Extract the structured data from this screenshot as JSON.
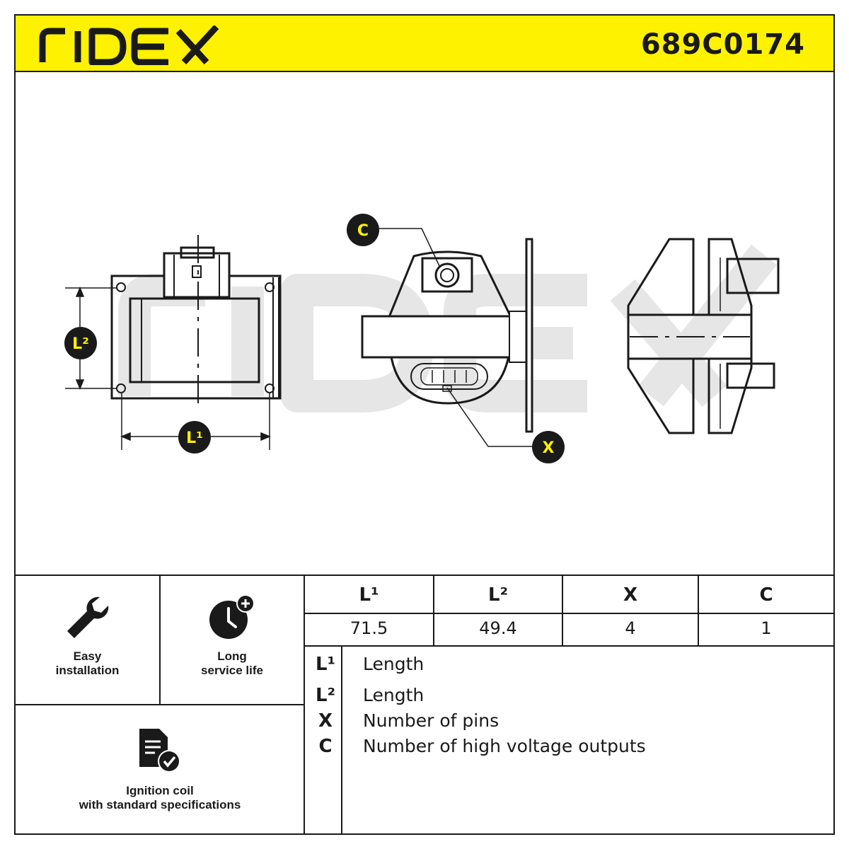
{
  "brand": {
    "logo_text": "RIDEX",
    "part_number": "689C0174"
  },
  "drawing": {
    "callouts": {
      "length1": "L¹",
      "length2": "L²",
      "pins": "X",
      "outputs": "C"
    },
    "watermark_text": "RIDEX"
  },
  "features": [
    {
      "icon": "wrench-icon",
      "label_line1": "Easy",
      "label_line2": "installation"
    },
    {
      "icon": "clock-plus-icon",
      "label_line1": "Long",
      "label_line2": "service life"
    },
    {
      "icon": "document-check-icon",
      "label_line1": "Ignition coil",
      "label_line2": "with standard specifications"
    }
  ],
  "spec_table": {
    "headers": [
      "L¹",
      "L²",
      "X",
      "C"
    ],
    "values": [
      "71.5",
      "49.4",
      "4",
      "1"
    ]
  },
  "legend": [
    {
      "key": "L¹",
      "label": "Length"
    },
    {
      "key": "L²",
      "label": "Length"
    },
    {
      "key": "X",
      "label": "Number of pins"
    },
    {
      "key": "C",
      "label": "Number of high voltage outputs"
    }
  ],
  "colors": {
    "accent": "#fff200",
    "ink": "#1a1a1a",
    "watermark": "#e8e8e8"
  }
}
